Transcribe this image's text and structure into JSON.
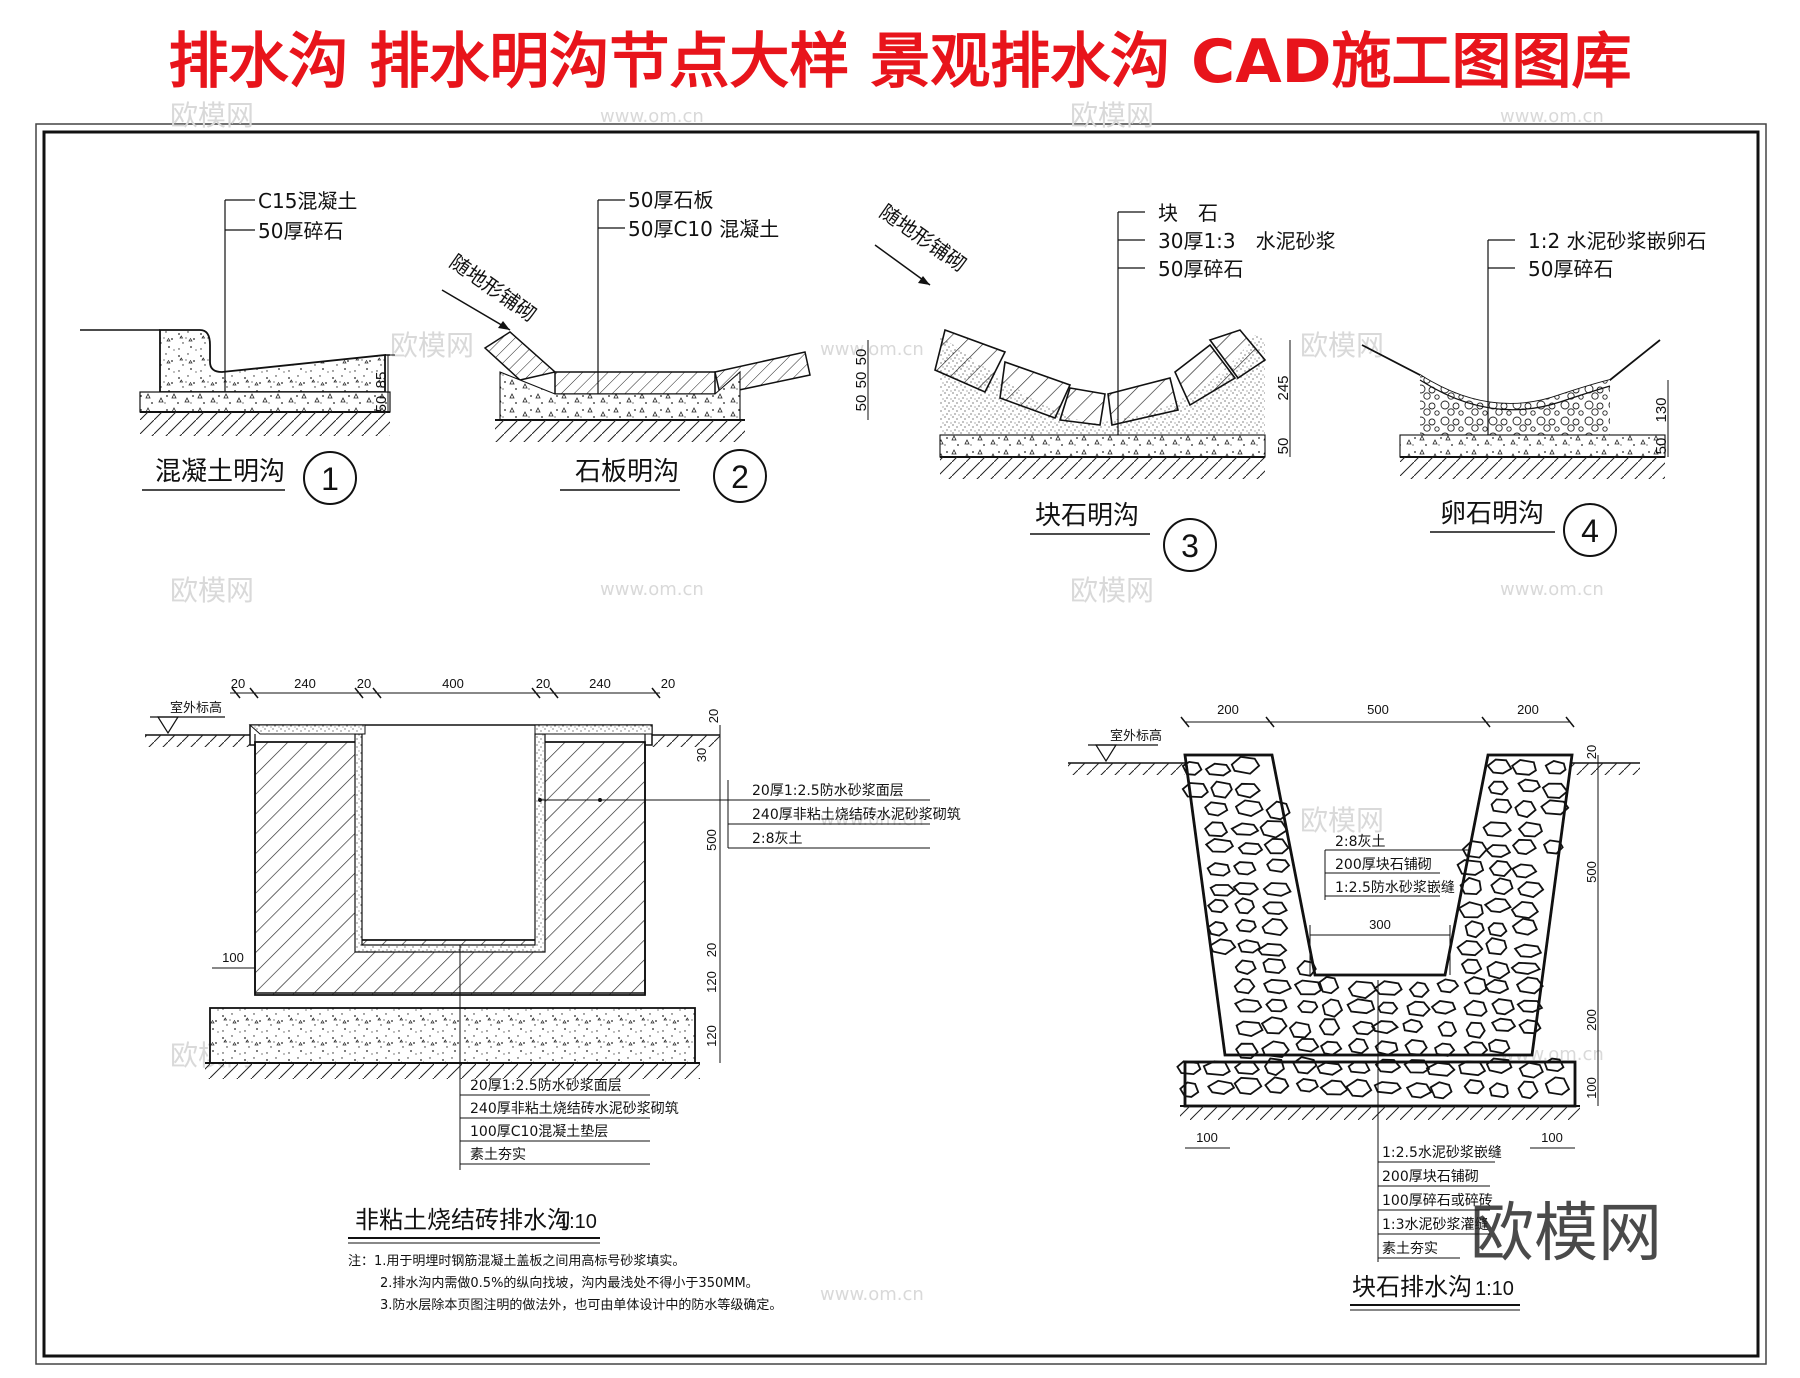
{
  "banner": {
    "title": "排水沟 排水明沟节点大样 景观排水沟 CAD施工图图库",
    "color": "#e8141b"
  },
  "watermark": {
    "brand": "欧模网",
    "url": "www.om.cn",
    "corner_brand": "欧模网"
  },
  "details": {
    "d1": {
      "title": "混凝土明沟",
      "number": "1",
      "layers": [
        "C15混凝土",
        "50厚碎石"
      ],
      "dims": [
        "85",
        "50"
      ]
    },
    "d2": {
      "title": "石板明沟",
      "number": "2",
      "note": "随地形铺砌",
      "layers": [
        "50厚石板",
        "50厚C10 混凝土"
      ],
      "dims": [
        "50",
        "50",
        "50"
      ]
    },
    "d3": {
      "title": "块石明沟",
      "number": "3",
      "note": "随地形铺砌",
      "layers": [
        "块　石",
        "30厚1:3　水泥砂浆",
        "50厚碎石"
      ],
      "dims": [
        "245",
        "50"
      ]
    },
    "d4": {
      "title": "卵石明沟",
      "number": "4",
      "layers": [
        "1:2 水泥砂浆嵌卵石",
        "50厚碎石"
      ],
      "dims": [
        "130",
        "50"
      ]
    }
  },
  "brick": {
    "title": "非粘土烧结砖排水沟",
    "scale": "1:10",
    "grade_label": "室外标高",
    "top_dims": [
      "20",
      "240",
      "20",
      "400",
      "20",
      "240",
      "20"
    ],
    "right_dims": [
      "20",
      "30",
      "500",
      "20",
      "120",
      "120"
    ],
    "left_dim": "100",
    "upper_callouts": [
      "20厚1:2.5防水砂浆面层",
      "240厚非粘土烧结砖水泥砂浆砌筑",
      "2:8灰土"
    ],
    "lower_callouts": [
      "20厚1:2.5防水砂浆面层",
      "240厚非粘土烧结砖水泥砂浆砌筑",
      "100厚C10混凝土垫层",
      "素土夯实"
    ],
    "notes": [
      "注：1.用于明埋时钢筋混凝土盖板之间用高标号砂浆填实。",
      "2.排水沟内需做0.5%的纵向找坡，沟内最浅处不得小于350MM。",
      "3.防水层除本页图注明的做法外，也可由单体设计中的防水等级确定。"
    ]
  },
  "rubble": {
    "title": "块石排水沟",
    "scale": "1:10",
    "grade_label": "室外标高",
    "top_dims": [
      "200",
      "500",
      "200"
    ],
    "inner_dim": "300",
    "right_dims": [
      "20",
      "500",
      "200",
      "100"
    ],
    "bottom_dims": [
      "100",
      "100"
    ],
    "upper_callouts": [
      "2:8灰土",
      "200厚块石铺砌",
      "1:2.5防水砂浆嵌缝"
    ],
    "lower_callouts": [
      "1:2.5水泥砂浆嵌缝",
      "200厚块石铺砌",
      "100厚碎石或碎砖",
      "1:3水泥砂浆灌缝",
      "素土夯实"
    ]
  }
}
